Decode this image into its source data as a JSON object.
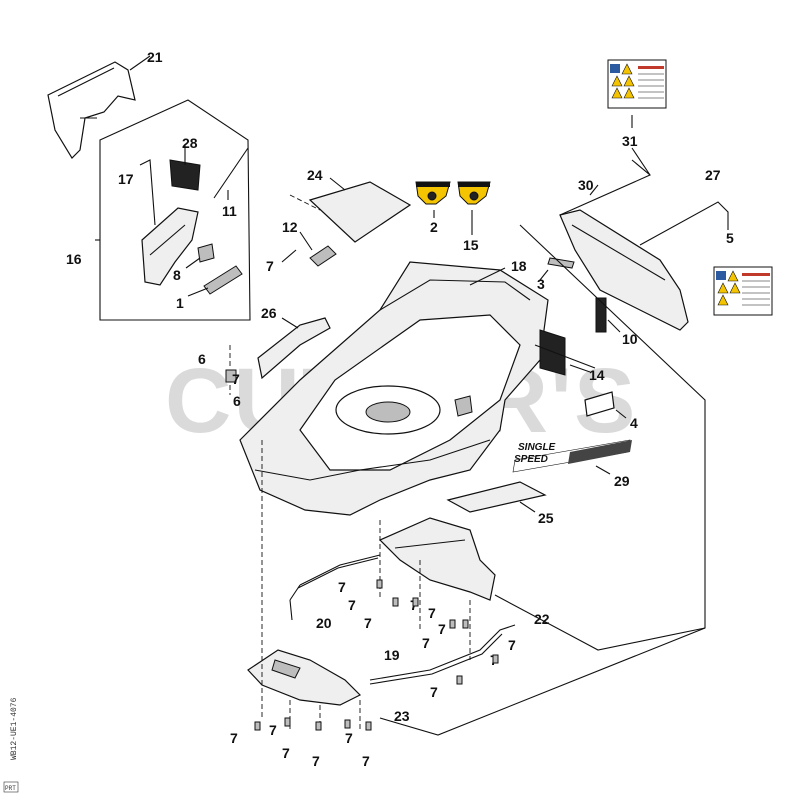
{
  "watermark": "CUTLER'S",
  "decal_29": {
    "line1": "SINGLE",
    "line2": "SPEED"
  },
  "side_code": "WB12-UE1-4076",
  "side_flag": "PRT",
  "callouts": {
    "c21": "21",
    "c28": "28",
    "c17": "17",
    "c11": "11",
    "c16": "16",
    "c8": "8",
    "c1": "1",
    "c24": "24",
    "c12": "12",
    "c7a": "7",
    "c2": "2",
    "c15": "15",
    "c18": "18",
    "c26": "26",
    "c6a": "6",
    "c6b": "6",
    "c31": "31",
    "c30": "30",
    "c27": "27",
    "c5": "5",
    "c3": "3",
    "c10": "10",
    "c14": "14",
    "c4": "4",
    "c29": "29",
    "c25": "25",
    "c22": "22",
    "c20": "20",
    "c19": "19",
    "c23": "23",
    "s1": "7",
    "s2": "7",
    "s3": "7",
    "s4": "7",
    "s5": "7",
    "s6": "7",
    "s7": "7",
    "s8": "7",
    "s9": "7",
    "s10": "7",
    "s11": "7",
    "s12": "7",
    "s13": "7",
    "s14": "7",
    "s15": "7",
    "s16": "7",
    "s17": "7",
    "s18": "7"
  }
}
